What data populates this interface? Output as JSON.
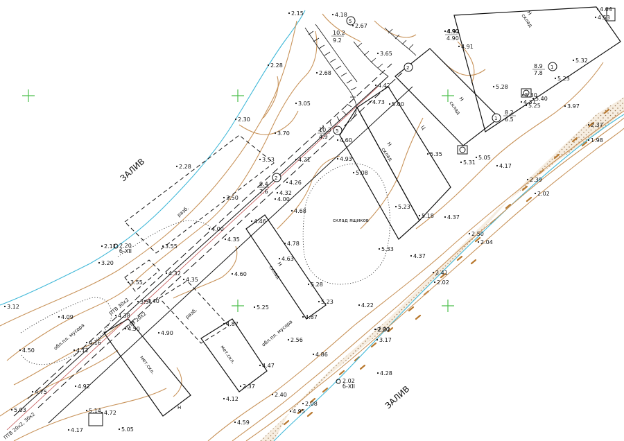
{
  "water_labels": [
    "ЗАЛИВ",
    "ЗАЛИВ"
  ],
  "colors": {
    "contour": "#c8935a",
    "waterline": "#40b8d8",
    "grid_cross": "#4cbf4c",
    "fill_dots": "#c8935a",
    "fill_bg": "#f6ede0",
    "ink": "#111111",
    "road_red": "#c05050"
  },
  "buildings": [
    {
      "label": "Н",
      "sublabel": "склад"
    },
    {
      "label": "Ц",
      "sublabel": ""
    },
    {
      "label": "Н",
      "sublabel": "склад"
    },
    {
      "label": "Н",
      "sublabel": "склад"
    },
    {
      "label": "Н",
      "sublabel": "склад"
    },
    {
      "label": "Н",
      "sublabel": "мет.скл."
    },
    {
      "label": "Н",
      "sublabel": ""
    },
    {
      "label": "",
      "sublabel": "мет.скл."
    }
  ],
  "outline_labels": [
    "разб.",
    "разб.",
    "обл.пл.",
    "обл.пл. мусора",
    "обл.пл. мусора",
    "склад ящиков"
  ],
  "pipe_labels": [
    "ПТВ 30х2",
    "ПТВ 20х2",
    "ПТВ 20х2, 30х2"
  ],
  "markers": [
    {
      "label": "б-XII",
      "value": "2.20"
    },
    {
      "label": "б-XII",
      "value": "2.02"
    }
  ],
  "circled_numbers": [
    "1",
    "1",
    "2",
    "2",
    "5",
    "5"
  ],
  "fractions": [
    {
      "num": "8.9",
      "den": "7.8"
    },
    {
      "num": "8.2",
      "den": "6.5"
    },
    {
      "num": "9.4",
      "den": "7.6"
    },
    {
      "num": "10.3",
      "den": "4.9"
    },
    {
      "num": "10.2",
      "den": "9.2"
    },
    {
      "num": "4.90",
      "den": "4.90"
    }
  ],
  "spot_heights": [
    "2.15",
    "4.18",
    "4.64",
    "4.53",
    "2.67",
    "4.92",
    "4.91",
    "5.32",
    "5.23",
    "5.30",
    "5.28",
    "5.40",
    "5.25",
    "3.97",
    "2.37",
    "1.98",
    "2.28",
    "2.68",
    "3.05",
    "4.42",
    "4.73",
    "5.00",
    "4.37",
    "2.30",
    "3.70",
    "4.60",
    "4.21",
    "4.93",
    "5.08",
    "5.35",
    "5.05",
    "5.31",
    "4.17",
    "2.28",
    "3.53",
    "4.26",
    "4.32",
    "4.00",
    "4.68",
    "5.23",
    "5.18",
    "4.37",
    "2.39",
    "2.02",
    "3.50",
    "4.00",
    "4.46",
    "4.35",
    "4.78",
    "5.33",
    "2.50",
    "2.04",
    "3.55",
    "4.63",
    "4.60",
    "5.28",
    "4.37",
    "2.41",
    "2.02",
    "3.20",
    "3.55",
    "4.32",
    "4.35",
    "5.25",
    "5.23",
    "4.87",
    "4.22",
    "2.20",
    "2.11",
    "3.12",
    "4.09",
    "4.38",
    "4.50",
    "4.40",
    "4.90",
    "4.87",
    "2.56",
    "2.02",
    "3.17",
    "4.50",
    "4.16",
    "4.12",
    "4.86",
    "4.47",
    "4.75",
    "4.92",
    "2.37",
    "4.28",
    "5.03",
    "5.14",
    "4.72",
    "4.12",
    "2.40",
    "2.08",
    "4.95",
    "5.05",
    "4.17",
    "4.59",
    "3.51",
    "3.65"
  ]
}
